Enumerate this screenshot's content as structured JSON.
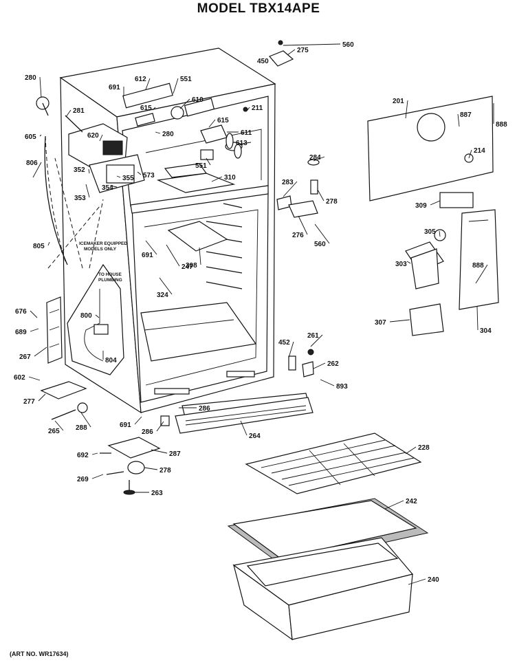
{
  "title": "MODEL TBX14APE",
  "art_no": "(ART NO. WR17634)",
  "notes": {
    "icemaker": [
      "ICEMAKER EQUIPPED",
      "MODELS ONLY"
    ],
    "plumbing": [
      "TO HOUSE",
      "PLUMBING"
    ]
  },
  "parts": [
    "560",
    "275",
    "450",
    "280",
    "612",
    "551",
    "691",
    "610",
    "615",
    "211",
    "281",
    "605",
    "620",
    "280",
    "615",
    "611",
    "201",
    "887",
    "888",
    "613",
    "214",
    "573",
    "551",
    "310",
    "284",
    "806",
    "352",
    "355",
    "353",
    "354",
    "283",
    "278",
    "309",
    "276",
    "560",
    "805",
    "305",
    "691",
    "247",
    "308",
    "303",
    "888",
    "324",
    "676",
    "800",
    "689",
    "267",
    "804",
    "307",
    "304",
    "261",
    "452",
    "262",
    "893",
    "602",
    "277",
    "286",
    "691",
    "286",
    "264",
    "265",
    "288",
    "228",
    "692",
    "287",
    "269",
    "278",
    "263",
    "242",
    "240"
  ]
}
